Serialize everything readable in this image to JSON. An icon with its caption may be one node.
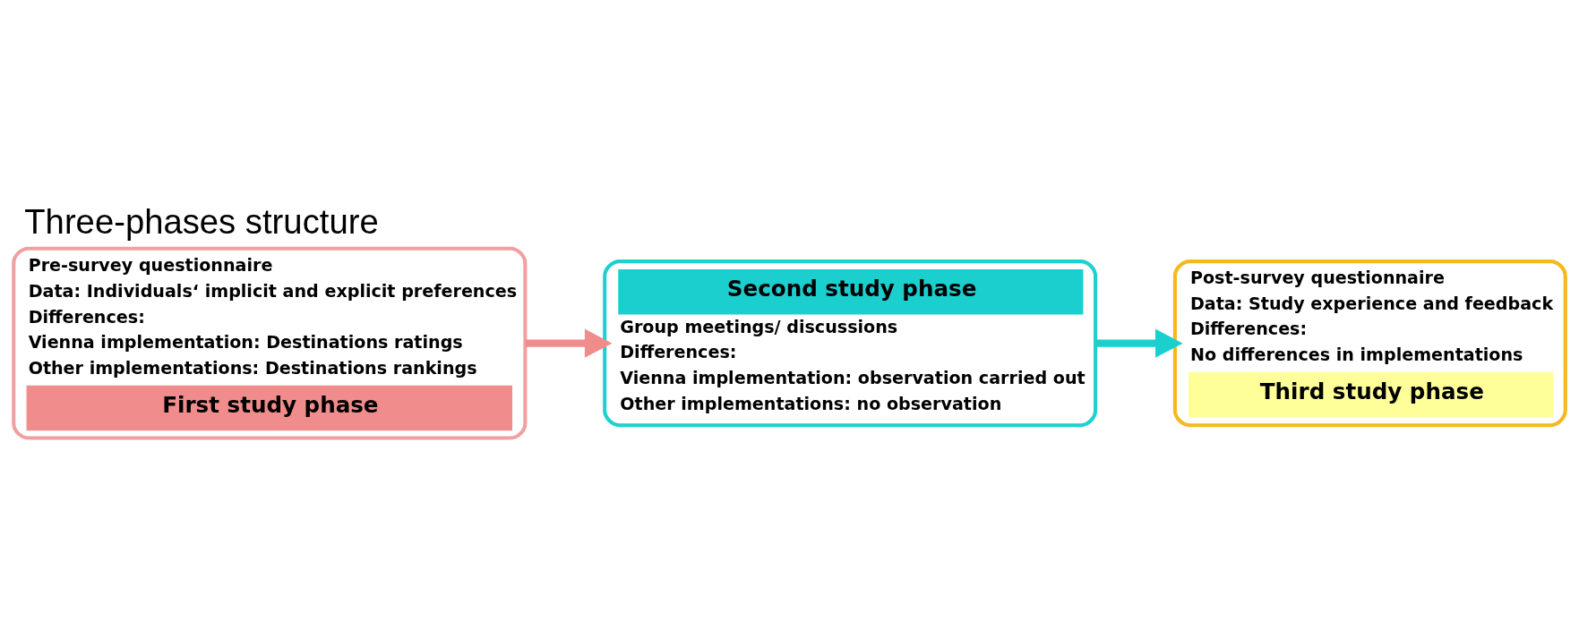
{
  "diagram": {
    "title": "Three-phases structure",
    "nodes": [
      {
        "text": [
          "Pre-survey questionnaire",
          "Data: Individuals‘ implicit and explicit preferences",
          "Differences:",
          "Vienna implementation: Destinations ratings",
          "Other implementations: Destinations rankings",
          "First study phase"
        ]
      },
      {
        "text": [
          "Second study phase",
          "Group meetings/ discussions",
          "Differences:",
          "Vienna implementation: observation carried out",
          "Other implementations: no observation"
        ]
      },
      {
        "text": [
          "Post-survey questionnaire",
          "Data: Study experience and feedback",
          "Differences:",
          "No differences in implementations",
          "Third study phase"
        ]
      }
    ],
    "edges": [
      {
        "from": 0,
        "to": 1,
        "arrow": "to",
        "color": "#f08c8c"
      },
      {
        "from": 1,
        "to": 2,
        "arrow": "to",
        "color": "#1ccfcf"
      }
    ]
  }
}
